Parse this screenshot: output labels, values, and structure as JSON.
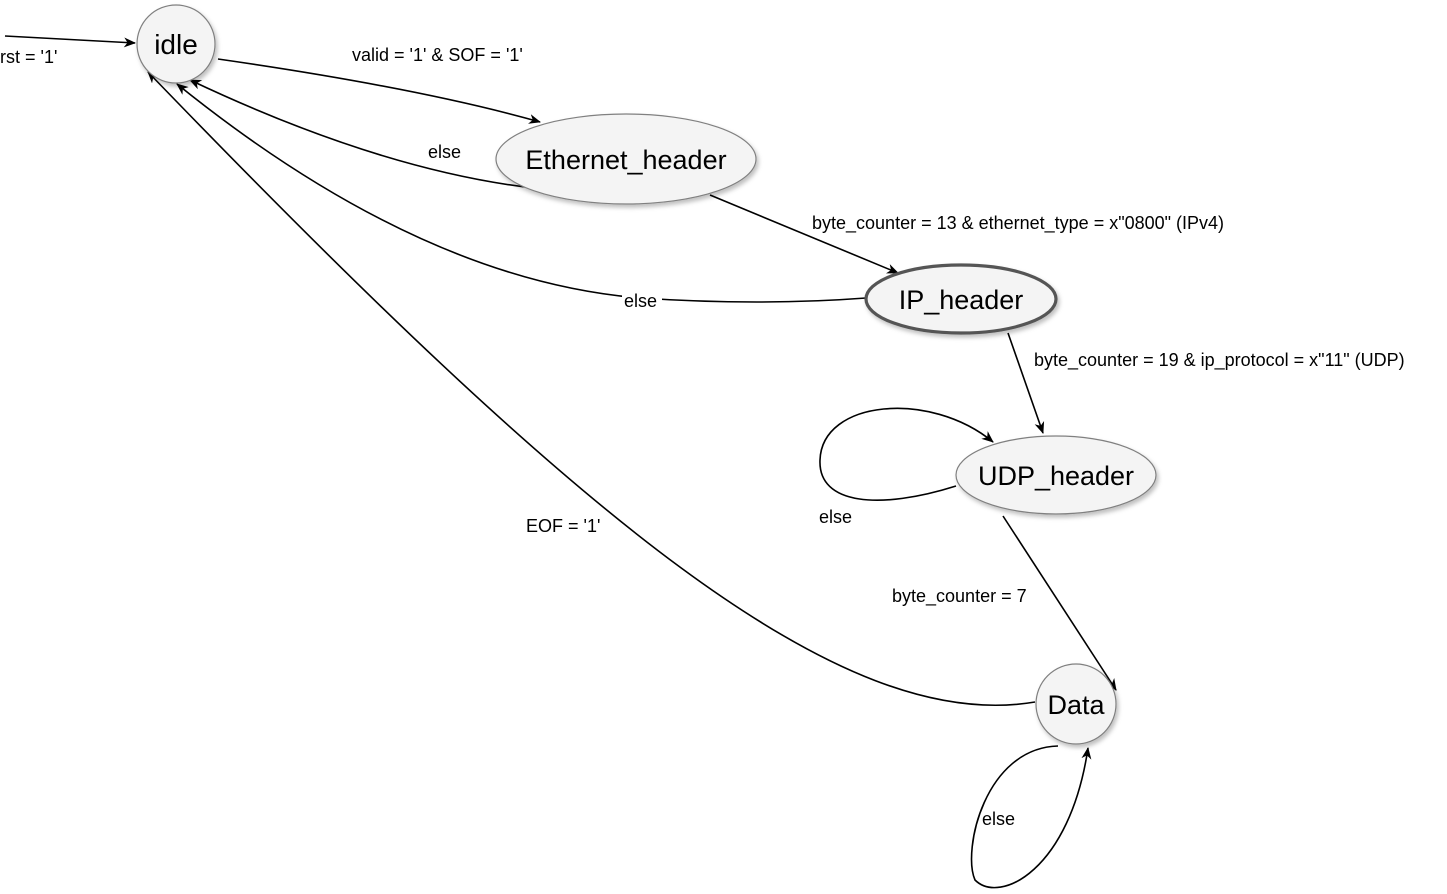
{
  "diagram": {
    "states": {
      "idle": "idle",
      "ethernet_header": "Ethernet_header",
      "ip_header": "IP_header",
      "udp_header": "UDP_header",
      "data": "Data"
    },
    "transitions": {
      "reset": "rst = '1'",
      "idle_to_ethernet": "valid = '1' & SOF = '1'",
      "ethernet_else": "else",
      "ethernet_to_ip": "byte_counter = 13 & ethernet_type = x\"0800\" (IPv4)",
      "ip_else": "else",
      "ip_to_udp": "byte_counter = 19 & ip_protocol = x\"11\" (UDP)",
      "udp_else": "else",
      "udp_to_data": "byte_counter = 7",
      "data_eof": "EOF = '1'",
      "data_else": "else"
    }
  }
}
